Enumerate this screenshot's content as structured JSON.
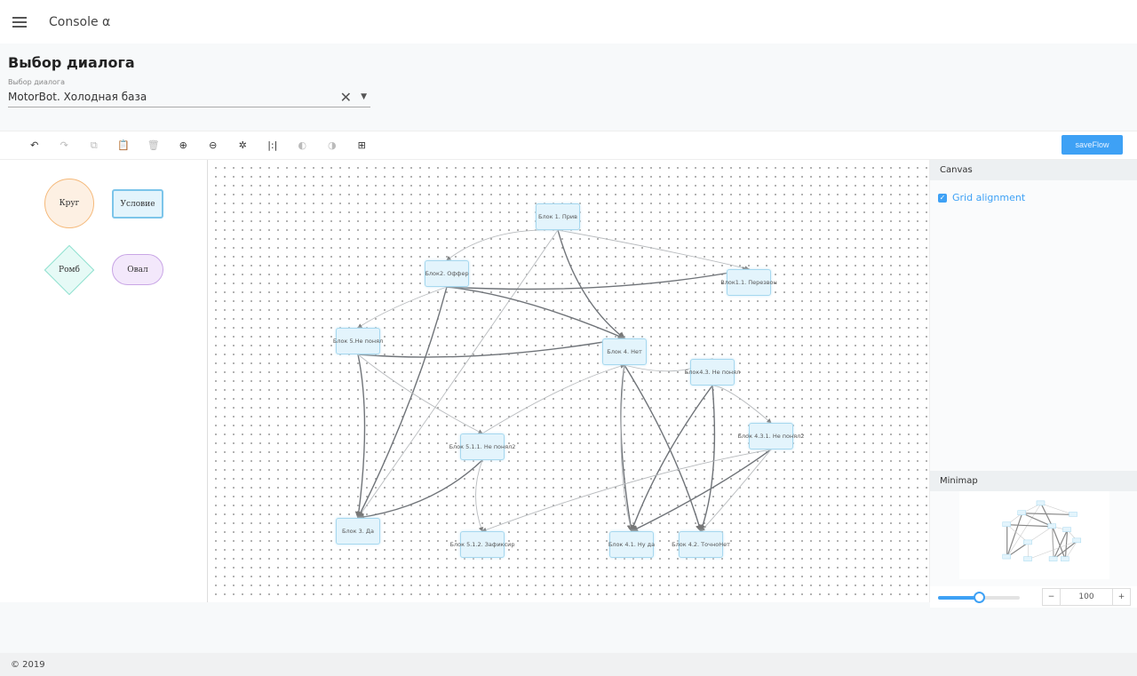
{
  "header": {
    "app_title": "Console α"
  },
  "page": {
    "title": "Выбор диалога"
  },
  "dialog_select": {
    "label": "Выбор диалога",
    "value": "MotorBot. Холодная база",
    "clear_icon": "✕",
    "arrow_icon": "▼"
  },
  "toolbar": {
    "items": [
      {
        "name": "undo",
        "glyph": "↶",
        "enabled": true
      },
      {
        "name": "redo",
        "glyph": "↷",
        "enabled": false
      },
      {
        "name": "copy",
        "glyph": "⧉",
        "enabled": false
      },
      {
        "name": "paste",
        "glyph": "📋",
        "enabled": false
      },
      {
        "name": "delete",
        "glyph": "🗑",
        "enabled": false
      },
      {
        "name": "zoom-in",
        "glyph": "⊕",
        "enabled": true
      },
      {
        "name": "zoom-out",
        "glyph": "⊖",
        "enabled": true
      },
      {
        "name": "fit-view",
        "glyph": "✲",
        "enabled": true
      },
      {
        "name": "actual-size",
        "glyph": "|:|",
        "enabled": true
      },
      {
        "name": "to-back",
        "glyph": "◐",
        "enabled": false
      },
      {
        "name": "to-front",
        "glyph": "◑",
        "enabled": false
      },
      {
        "name": "select-all",
        "glyph": "⊞",
        "enabled": true
      }
    ],
    "save_label": "saveFlow"
  },
  "palette": {
    "circle": "Круг",
    "condition": "Условие",
    "rhombus": "Ромб",
    "oval": "Овал"
  },
  "nodes": [
    {
      "id": "n1",
      "label": "Блок 1. Прив"
    },
    {
      "id": "n2",
      "label": "Блок2. Оффер"
    },
    {
      "id": "n11",
      "label": "Влок1.1. Перезвон"
    },
    {
      "id": "n5",
      "label": "Блок 5.Не понял"
    },
    {
      "id": "n4",
      "label": "Блок 4. Нет"
    },
    {
      "id": "n43",
      "label": "Блок4.3. Не понял"
    },
    {
      "id": "n431",
      "label": "Блок 4.3.1. Не понял2"
    },
    {
      "id": "n511",
      "label": "Блок 5.1.1. Не понял2"
    },
    {
      "id": "n3",
      "label": "Блок 3. Да"
    },
    {
      "id": "n512",
      "label": "Блок 5.1.2. Зафиксир"
    },
    {
      "id": "n41",
      "label": "Блок 4.1. Ну да"
    },
    {
      "id": "n42",
      "label": "Блок 4.2. ТочноНет"
    }
  ],
  "edges": [
    [
      "n1",
      "n2",
      0
    ],
    [
      "n1",
      "n11",
      0
    ],
    [
      "n1",
      "n4",
      1
    ],
    [
      "n1",
      "n3",
      0
    ],
    [
      "n2",
      "n5",
      0
    ],
    [
      "n2",
      "n11",
      1
    ],
    [
      "n2",
      "n4",
      1
    ],
    [
      "n2",
      "n3",
      1
    ],
    [
      "n5",
      "n4",
      1
    ],
    [
      "n5",
      "n3",
      1
    ],
    [
      "n5",
      "n511",
      0
    ],
    [
      "n4",
      "n43",
      0
    ],
    [
      "n4",
      "n41",
      1
    ],
    [
      "n4",
      "n42",
      1
    ],
    [
      "n4",
      "n41",
      0
    ],
    [
      "n511",
      "n4",
      0
    ],
    [
      "n43",
      "n41",
      1
    ],
    [
      "n43",
      "n42",
      1
    ],
    [
      "n43",
      "n431",
      0
    ],
    [
      "n431",
      "n41",
      1
    ],
    [
      "n431",
      "n42",
      0
    ],
    [
      "n431",
      "n512",
      0
    ],
    [
      "n511",
      "n512",
      0
    ],
    [
      "n511",
      "n3",
      1
    ]
  ],
  "right_panel": {
    "canvas_title": "Canvas",
    "grid_alignment_label": "Grid alignment",
    "grid_alignment_checked": true,
    "minimap_title": "Minimap",
    "zoom_value": "100",
    "zoom_percent": 50,
    "minus": "−",
    "plus": "+"
  },
  "footer": {
    "copyright": "© 2019"
  }
}
